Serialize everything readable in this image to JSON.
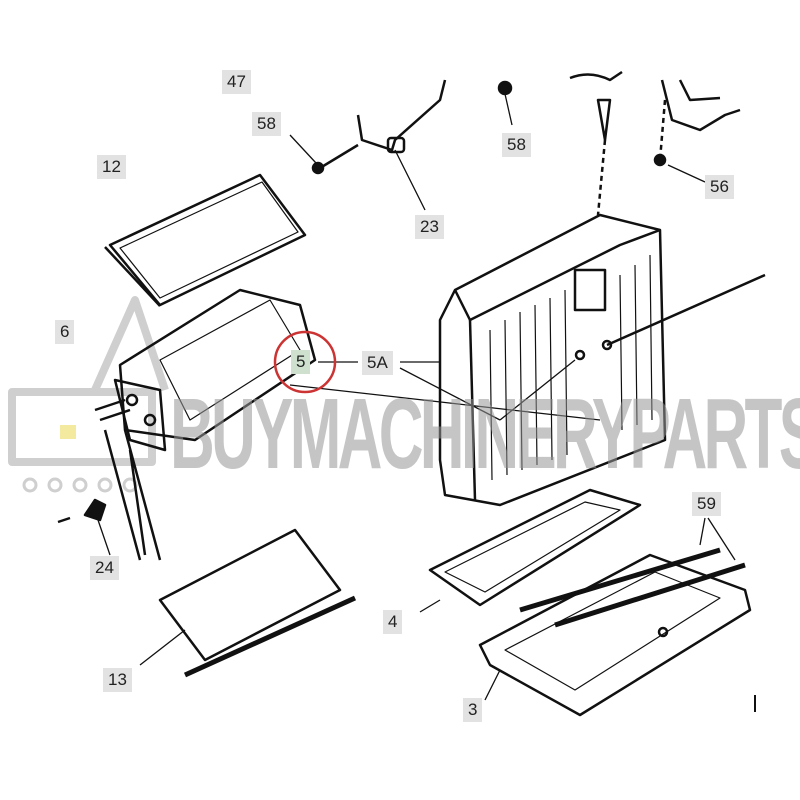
{
  "diagram": {
    "callouts": [
      "47",
      "58",
      "12",
      "23",
      "58",
      "56",
      "6",
      "5",
      "5A",
      "59",
      "24",
      "4",
      "13",
      "3"
    ],
    "highlighted_callout": "5",
    "highlight_color": "#cc3333",
    "watermark": "BUYMACHINERYPARTS"
  }
}
